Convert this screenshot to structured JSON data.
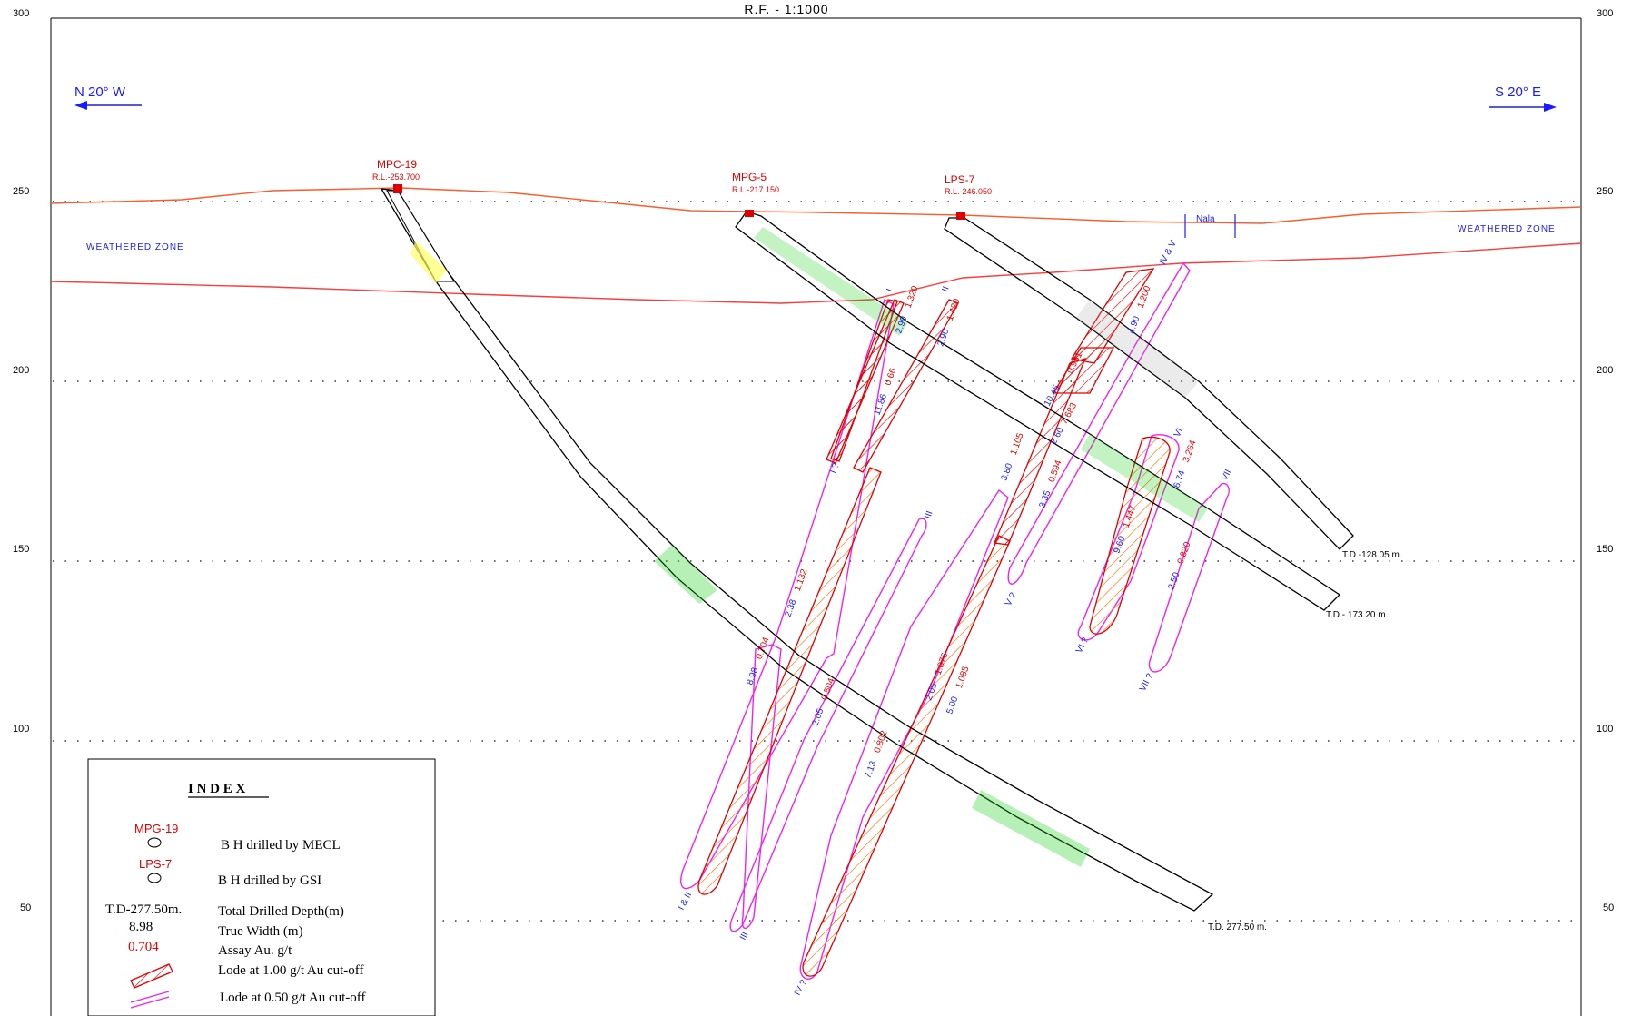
{
  "scale": "R.F. - 1:1000",
  "direction_left": "N 20° W",
  "direction_right": "S 20° E",
  "elevation_ticks": [
    "300",
    "250",
    "200",
    "150",
    "100",
    "50"
  ],
  "zones": {
    "weathered_left": "WEATHERED ZONE",
    "weathered_right": "WEATHERED ZONE",
    "nala": "Nala"
  },
  "boreholes": [
    {
      "id": "MPC-19",
      "rl": "R.L.-253.700",
      "td": "T.D. 277.50 m."
    },
    {
      "id": "MPG-5",
      "rl": "R.L.-217.150",
      "td": "T.D.- 173.20 m."
    },
    {
      "id": "LPS-7",
      "rl": "R.L.-246.050",
      "td": "T.D.-128.05 m."
    }
  ],
  "lodes": {
    "I": "I",
    "II": "II",
    "III": "III",
    "IV_V": "IV & V",
    "VI": "VI",
    "VII": "VII",
    "I_q": "I ?",
    "III_q": "III",
    "IV_q": "IV ?",
    "V_q": "V ?",
    "VI_q": "VI ?",
    "VII_q": "VII ?",
    "III_bottom": "III",
    "I_II_bottom": "I & II"
  },
  "intercepts": [
    {
      "width": "2.90",
      "assay": "1.320"
    },
    {
      "width": "2.90",
      "assay": "1.420"
    },
    {
      "width": "11.86",
      "assay": "0.66"
    },
    {
      "width": "4.90",
      "assay": "1.200"
    },
    {
      "width": "",
      "assay": "0.951"
    },
    {
      "width": "10.45",
      "assay": ""
    },
    {
      "width": "2.60",
      "assay": "7.683"
    },
    {
      "width": "3.80",
      "assay": "1.105"
    },
    {
      "width": "3.35",
      "assay": "0.594"
    },
    {
      "width": "6.74",
      "assay": "3.264"
    },
    {
      "width": "9.60",
      "assay": "1.447"
    },
    {
      "width": "2.50",
      "assay": "0.820"
    },
    {
      "width": "2.38",
      "assay": "1.132"
    },
    {
      "width": "8.98",
      "assay": "0.704"
    },
    {
      "width": "2.05",
      "assay": "0.504"
    },
    {
      "width": "2.05",
      "assay": "1.076"
    },
    {
      "width": "5.00",
      "assay": "1.085"
    },
    {
      "width": "7.13",
      "assay": "0.802"
    }
  ],
  "index": {
    "title": "I N D E X",
    "mecl_sym": "MPG-19",
    "mecl_label": "B H  drilled  by  MECL",
    "gsi_sym": "LPS-7",
    "gsi_label": "B H  drilled  by  GSI",
    "td_sym": "T.D-277.50m.",
    "td_label": "Total  Drilled  Depth(m)",
    "tw_sym": "8.98",
    "tw_label": "True  Width  (m)",
    "assay_sym": "0.704",
    "assay_label": "Assay  Au. g/t",
    "lode1_label": "Lode  at  1.00  g/t   Au  cut-off",
    "lode05_label": "Lode  at  0.50  g/t   Au  cut-off"
  },
  "colors": {
    "red": "#e00000",
    "blue": "#1a1aff",
    "magenta": "#ee22ee",
    "orange": "#ff6a00",
    "green": "#11cc11",
    "yellow": "#ffff00"
  }
}
